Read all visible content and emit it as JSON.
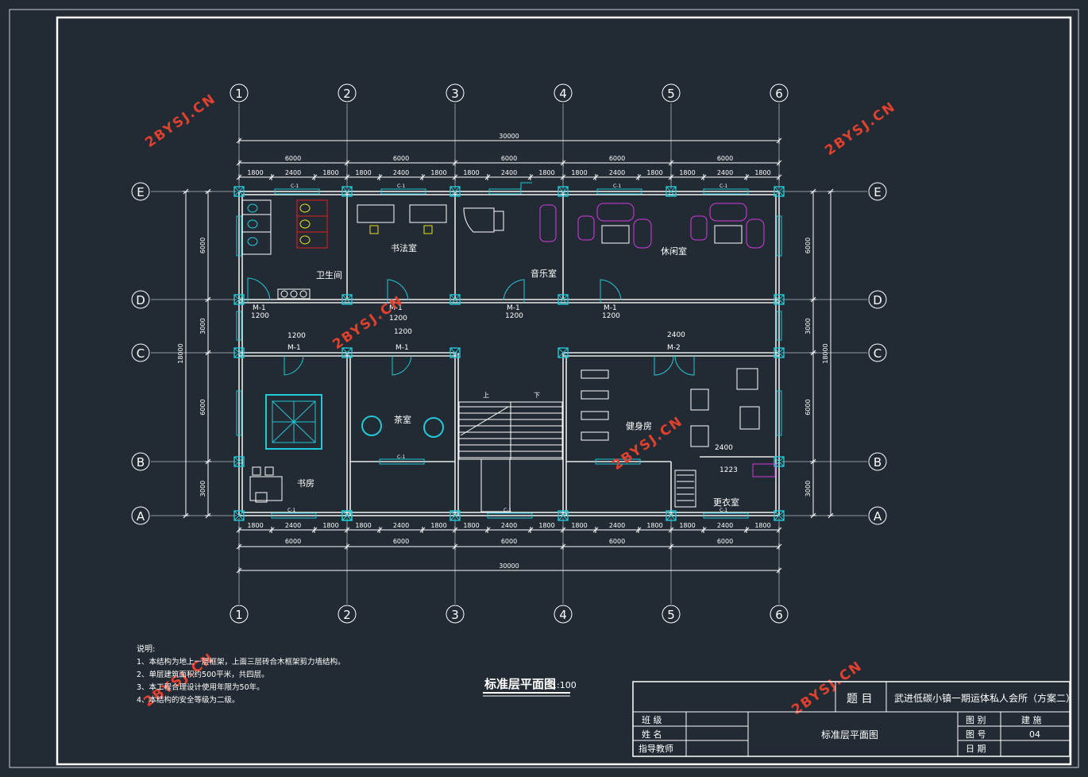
{
  "axes": {
    "columns": [
      "1",
      "2",
      "3",
      "4",
      "5",
      "6"
    ],
    "rows": [
      "E",
      "D",
      "C",
      "B",
      "A"
    ]
  },
  "dimensions": {
    "top_total": "30000",
    "top_spans": [
      "6000",
      "6000",
      "6000",
      "6000",
      "6000"
    ],
    "top_detail": [
      "1800",
      "2400",
      "1800",
      "1800",
      "2400",
      "1800",
      "1800",
      "2400",
      "1800",
      "1800",
      "2400",
      "1800",
      "1800",
      "2400",
      "1800"
    ],
    "bottom_detail": [
      "1800",
      "2400",
      "1800",
      "1800",
      "2400",
      "1800",
      "1800",
      "2400",
      "1800",
      "1800",
      "2400",
      "1800",
      "1800",
      "2400",
      "1800"
    ],
    "bottom_spans": [
      "6000",
      "6000",
      "6000",
      "6000",
      "6000"
    ],
    "bottom_total": "30000",
    "left_spans": [
      "6000",
      "3000",
      "6000",
      "3000"
    ],
    "left_total": "18000",
    "right_spans": [
      "6000",
      "3000",
      "6000",
      "3000"
    ],
    "right_total": "18000"
  },
  "rooms": {
    "toilet": "卫生间",
    "calligraphy": "书法室",
    "music": "音乐室",
    "lounge": "休闲室",
    "tea": "茶室",
    "gym": "健身房",
    "study": "书房",
    "changing": "更衣室"
  },
  "stairs": {
    "up": "上",
    "down": "下"
  },
  "doors": {
    "m1": "M-1",
    "m2": "M-2",
    "w1200": "1200",
    "w2400": "2400",
    "misc": "1223",
    "window": "C-1"
  },
  "watermark": "2BYSJ.CN",
  "notes": {
    "heading": "说明:",
    "lines": [
      "1、本结构为地上一层框架，上面三层砖合木框架剪力墙结构。",
      "2、单层建筑面积约500平米，共四层。",
      "3、本工程合理设计使用年限为50年。",
      "4、本结构的安全等级为二级。"
    ]
  },
  "drawing_title": "标准层平面图",
  "drawing_scale": "1:100",
  "title_block": {
    "label_topic": "题 目",
    "project_name": "武进低碳小镇一期运体私人会所（方案二）",
    "label_class": "班 级",
    "label_name": "姓 名",
    "label_teacher": "指导教师",
    "sheet_name": "标准层平面图",
    "label_category": "图 别",
    "category_value": "建 施",
    "label_number": "图 号",
    "number_value": "04",
    "label_date": "日 期"
  }
}
